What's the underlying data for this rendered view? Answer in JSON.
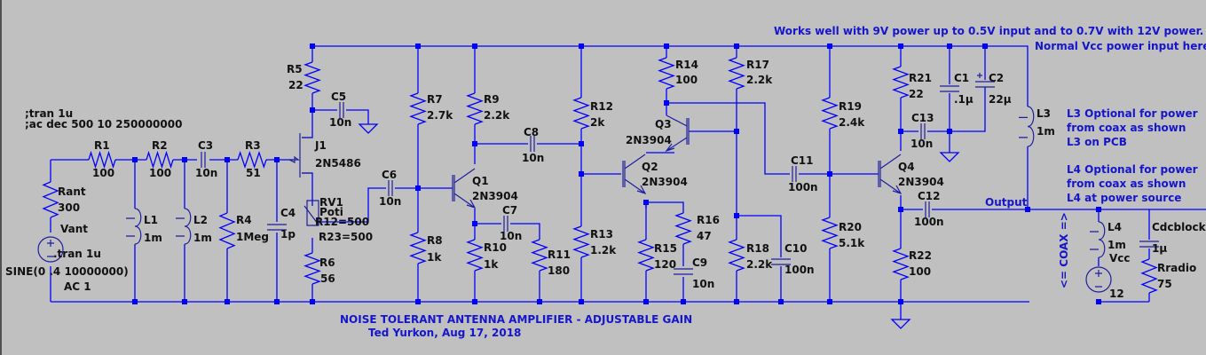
{
  "schematic": {
    "title": "NOISE TOLERANT ANTENNA AMPLIFIER - ADJUSTABLE GAIN",
    "author_line": "Ted Yurkon, Aug 17, 2018",
    "notes": {
      "top_note": "Works well with 9V power up to 0.5V input and to 0.7V with 12V power.",
      "vcc_note": "Normal Vcc power input here",
      "l3_note": [
        "L3 Optional for power",
        "from coax as shown",
        "L3 on PCB"
      ],
      "l4_note": [
        "L4 Optional for power",
        "from coax as shown",
        "L4 at power source"
      ],
      "output_label": "Output",
      "coax_label": "<= COAX =>"
    },
    "directives": [
      ";tran 1u",
      ";ac dec 500 10 250000000"
    ],
    "components": {
      "Vant": {
        "name": "Vant",
        "directive": ".tran 1u",
        "value": "SINE(0 .4 10000000)",
        "ac": "AC 1"
      },
      "Rant": {
        "name": "Rant",
        "value": "300"
      },
      "R1": {
        "name": "R1",
        "value": "100"
      },
      "R2": {
        "name": "R2",
        "value": "100"
      },
      "C3": {
        "name": "C3",
        "value": "10n"
      },
      "R3": {
        "name": "R3",
        "value": "51"
      },
      "L1": {
        "name": "L1",
        "value": "1m"
      },
      "L2": {
        "name": "L2",
        "value": "1m"
      },
      "R4": {
        "name": "R4",
        "value": "1Meg"
      },
      "C4": {
        "name": "C4",
        "value": "1p"
      },
      "R5": {
        "name": "R5",
        "value": "22"
      },
      "C5": {
        "name": "C5",
        "value": "10n"
      },
      "J1": {
        "name": "J1",
        "value": "2N5486"
      },
      "RV1": {
        "name": "RV1",
        "model": "Poti",
        "r12": "R12=500",
        "r23": "R23=500"
      },
      "R6": {
        "name": "R6",
        "value": "56"
      },
      "C6": {
        "name": "C6",
        "value": "10n"
      },
      "R7": {
        "name": "R7",
        "value": "2.7k"
      },
      "R8": {
        "name": "R8",
        "value": "1k"
      },
      "R9": {
        "name": "R9",
        "value": "2.2k"
      },
      "Q1": {
        "name": "Q1",
        "value": "2N3904"
      },
      "R10": {
        "name": "R10",
        "value": "1k"
      },
      "C7": {
        "name": "C7",
        "value": "10n"
      },
      "R11": {
        "name": "R11",
        "value": "180"
      },
      "C8": {
        "name": "C8",
        "value": "10n"
      },
      "R12": {
        "name": "R12",
        "value": "2k"
      },
      "R13": {
        "name": "R13",
        "value": "1.2k"
      },
      "Q2": {
        "name": "Q2",
        "value": "2N3904"
      },
      "Q3": {
        "name": "Q3",
        "value": "2N3904"
      },
      "R14": {
        "name": "R14",
        "value": "100"
      },
      "R15": {
        "name": "R15",
        "value": "120"
      },
      "R16": {
        "name": "R16",
        "value": "47"
      },
      "C9": {
        "name": "C9",
        "value": "10n"
      },
      "R17": {
        "name": "R17",
        "value": "2.2k"
      },
      "R18": {
        "name": "R18",
        "value": "2.2k"
      },
      "C10": {
        "name": "C10",
        "value": "100n"
      },
      "C11": {
        "name": "C11",
        "value": "100n"
      },
      "R19": {
        "name": "R19",
        "value": "2.4k"
      },
      "R20": {
        "name": "R20",
        "value": "5.1k"
      },
      "R21": {
        "name": "R21",
        "value": "22"
      },
      "C1": {
        "name": "C1",
        "value": ".1µ"
      },
      "C2": {
        "name": "C2",
        "value": "22µ"
      },
      "C13": {
        "name": "C13",
        "value": "10n"
      },
      "Q4": {
        "name": "Q4",
        "value": "2N3904"
      },
      "C12": {
        "name": "C12",
        "value": "100n"
      },
      "R22": {
        "name": "R22",
        "value": "100"
      },
      "L3": {
        "name": "L3",
        "value": "1m"
      },
      "L4": {
        "name": "L4",
        "value": "1m"
      },
      "Vcc": {
        "name": "Vcc",
        "value": "12"
      },
      "Cdcblock": {
        "name": "Cdcblock",
        "value": "1µ"
      },
      "Rradio": {
        "name": "Rradio",
        "value": "75"
      }
    }
  }
}
